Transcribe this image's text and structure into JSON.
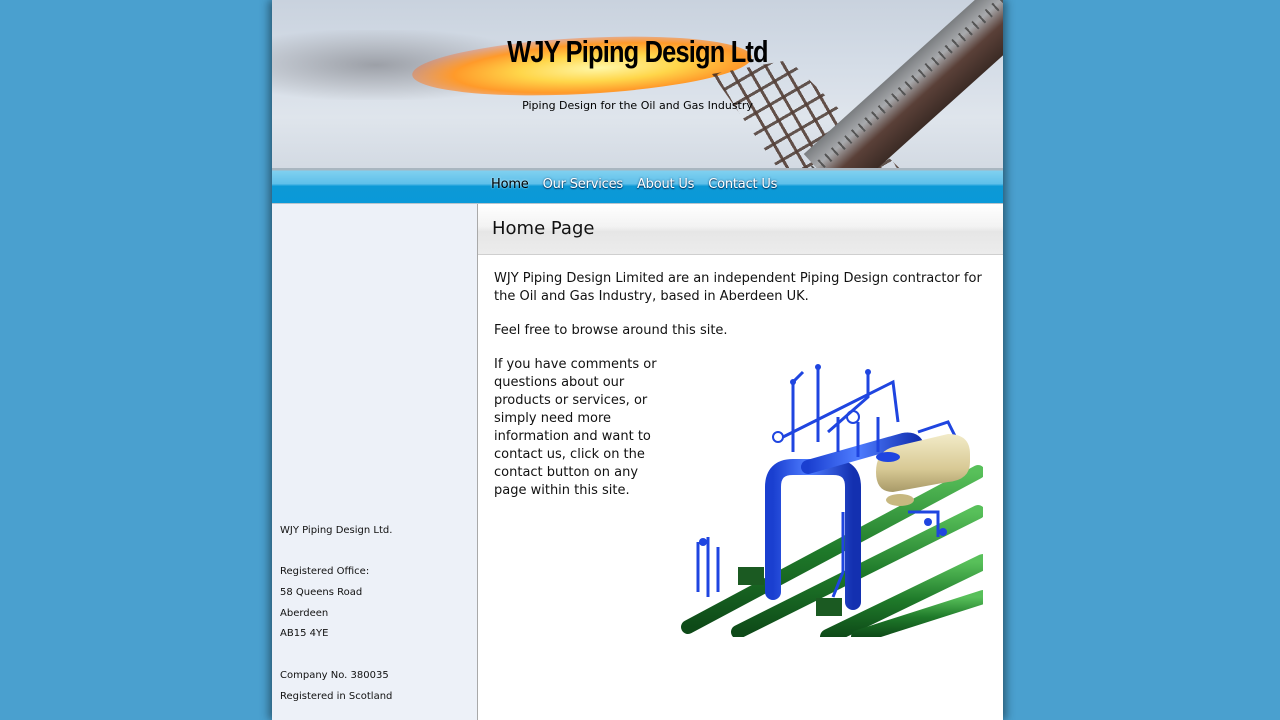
{
  "header": {
    "title": "WJY Piping Design Ltd",
    "tagline": "Piping Design for the Oil and Gas Industry"
  },
  "nav": {
    "items": [
      {
        "label": "Home",
        "active": true
      },
      {
        "label": "Our Services",
        "active": false
      },
      {
        "label": "About Us",
        "active": false
      },
      {
        "label": "Contact Us",
        "active": false
      }
    ]
  },
  "sidebar": {
    "company": "WJY Piping Design Ltd.",
    "office_label": "Registered Office:",
    "address_line1": "58 Queens Road",
    "address_line2": "Aberdeen",
    "postcode": "AB15 4YE",
    "company_no": "Company No. 380035",
    "registered_in": "Registered in Scotland"
  },
  "main": {
    "heading": "Home Page",
    "paragraphs": [
      "WJY Piping Design Limited are an independent Piping Design contractor for the Oil and Gas Industry, based in Aberdeen UK.",
      "Feel free to browse around this site.",
      "If you have comments or questions about our products or services, or simply need more information and want to contact us, click on the contact button on any page within this site."
    ],
    "image_alt": "3D piping model illustration"
  },
  "colors": {
    "background": "#4aa0cf",
    "nav_blue": "#0a99d8",
    "sidebar": "#edf1f8"
  }
}
